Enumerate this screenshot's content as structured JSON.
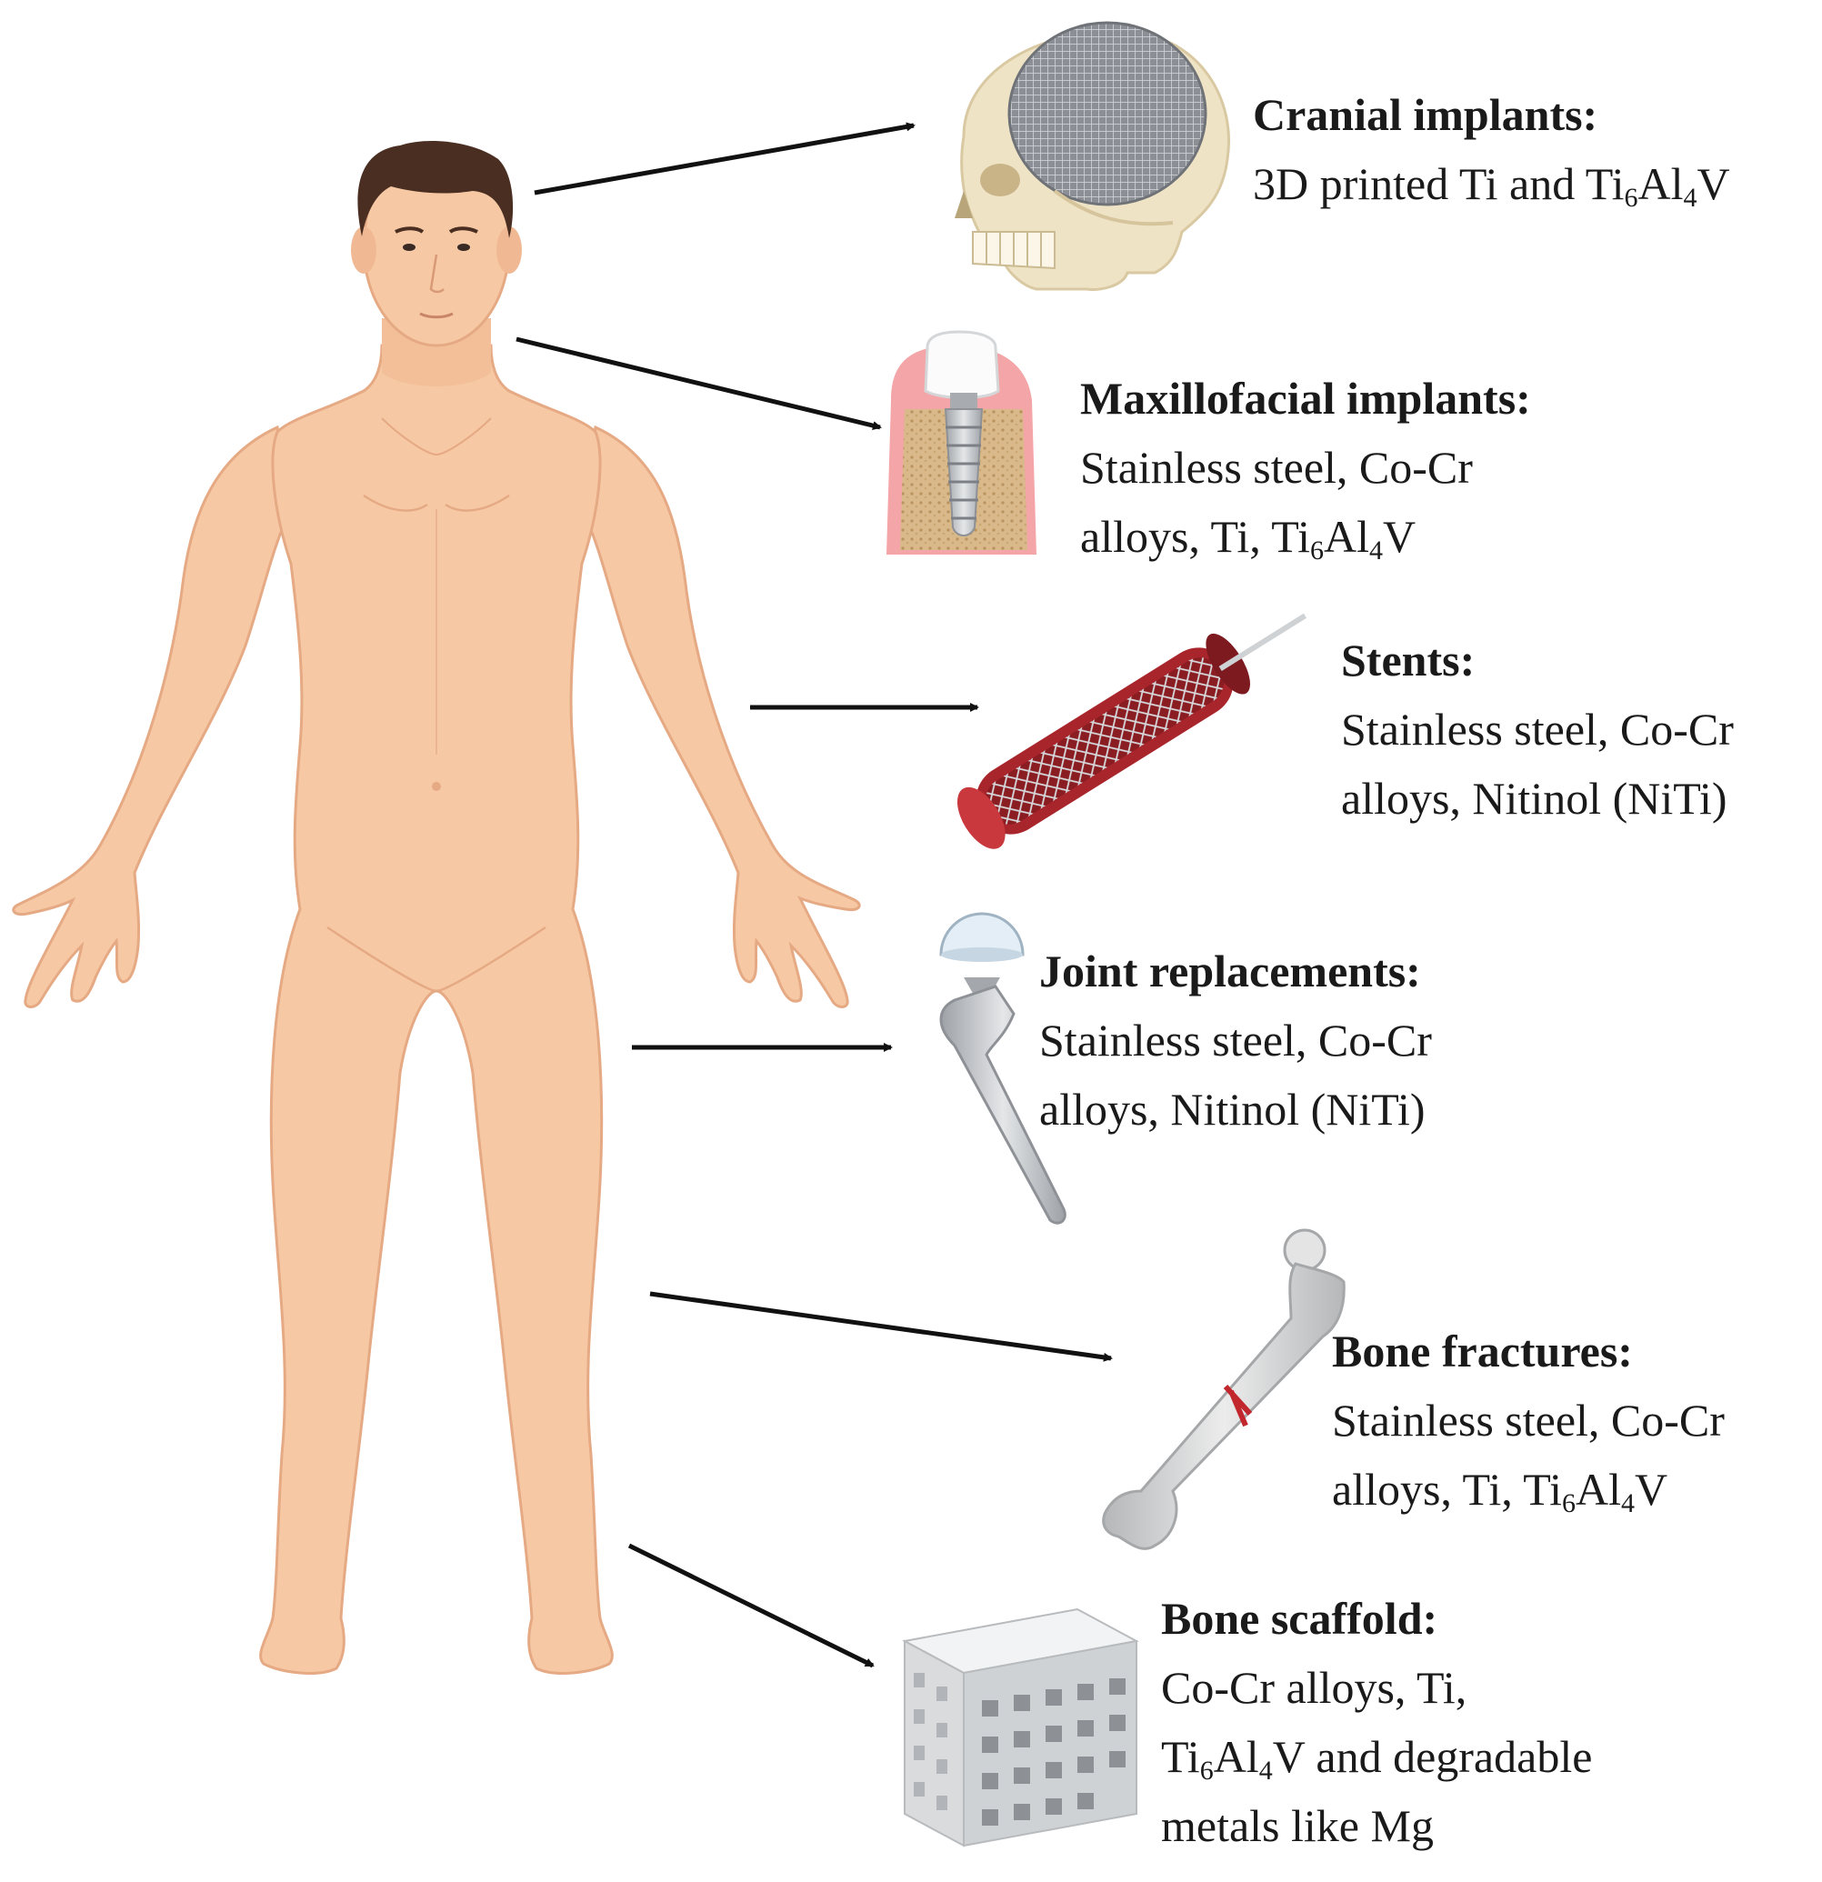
{
  "colors": {
    "skin": "#f6c9a4",
    "skin_shadow": "#e5a984",
    "hair": "#4a2e22",
    "arrow": "#111111",
    "vessel": "#b3282c",
    "metal": "#b9bcc0"
  },
  "implants": [
    {
      "title": "Cranial implants:",
      "lines": [
        [
          {
            "t": "3D printed Ti and Ti"
          },
          {
            "t": "6",
            "sub": true
          },
          {
            "t": "Al"
          },
          {
            "t": "4",
            "sub": true
          },
          {
            "t": "V"
          }
        ]
      ],
      "icon": "skull-mesh-icon"
    },
    {
      "title": "Maxillofacial implants:",
      "lines": [
        [
          {
            "t": "Stainless steel, Co-Cr"
          }
        ],
        [
          {
            "t": "alloys, Ti, Ti"
          },
          {
            "t": "6",
            "sub": true
          },
          {
            "t": "Al"
          },
          {
            "t": "4",
            "sub": true
          },
          {
            "t": "V"
          }
        ]
      ],
      "icon": "dental-implant-icon"
    },
    {
      "title": "Stents:",
      "lines": [
        [
          {
            "t": "Stainless steel, Co-Cr"
          }
        ],
        [
          {
            "t": "alloys, Nitinol (NiTi)"
          }
        ]
      ],
      "icon": "stent-icon"
    },
    {
      "title": "Joint replacements:",
      "lines": [
        [
          {
            "t": "Stainless steel, Co-Cr"
          }
        ],
        [
          {
            "t": "alloys, Nitinol (NiTi)"
          }
        ]
      ],
      "icon": "hip-prosthesis-icon"
    },
    {
      "title": "Bone fractures:",
      "lines": [
        [
          {
            "t": "Stainless steel, Co-Cr"
          }
        ],
        [
          {
            "t": "alloys, Ti, Ti"
          },
          {
            "t": "6",
            "sub": true
          },
          {
            "t": "Al"
          },
          {
            "t": "4",
            "sub": true
          },
          {
            "t": "V"
          }
        ]
      ],
      "icon": "femur-fracture-icon"
    },
    {
      "title": "Bone scaffold:",
      "lines": [
        [
          {
            "t": "Co-Cr alloys, Ti,"
          }
        ],
        [
          {
            "t": "Ti"
          },
          {
            "t": "6",
            "sub": true
          },
          {
            "t": "Al"
          },
          {
            "t": "4",
            "sub": true
          },
          {
            "t": "V and degradable"
          }
        ],
        [
          {
            "t": "metals like Mg"
          }
        ]
      ],
      "icon": "scaffold-cube-icon"
    }
  ]
}
